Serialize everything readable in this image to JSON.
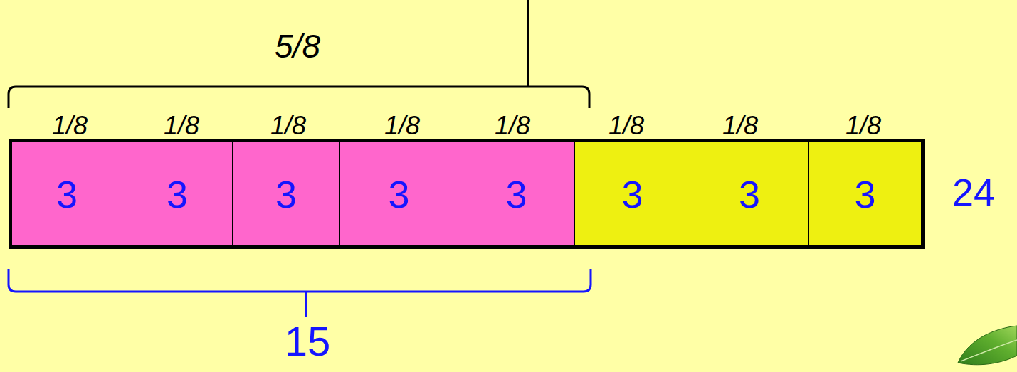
{
  "diagram": {
    "nodes": [
      {
        "text": [
          "3"
        ]
      },
      {
        "text": [
          "3"
        ]
      },
      {
        "text": [
          "3"
        ]
      },
      {
        "text": [
          "3"
        ]
      },
      {
        "text": [
          "3"
        ]
      },
      {
        "text": [
          "3"
        ]
      },
      {
        "text": [
          "3"
        ]
      },
      {
        "text": [
          "3"
        ]
      }
    ],
    "labels": [
      "5/8",
      "1/8",
      "1/8",
      "1/8",
      "1/8",
      "1/8",
      "1/8",
      "1/8",
      "1/8",
      "24",
      "15"
    ]
  }
}
